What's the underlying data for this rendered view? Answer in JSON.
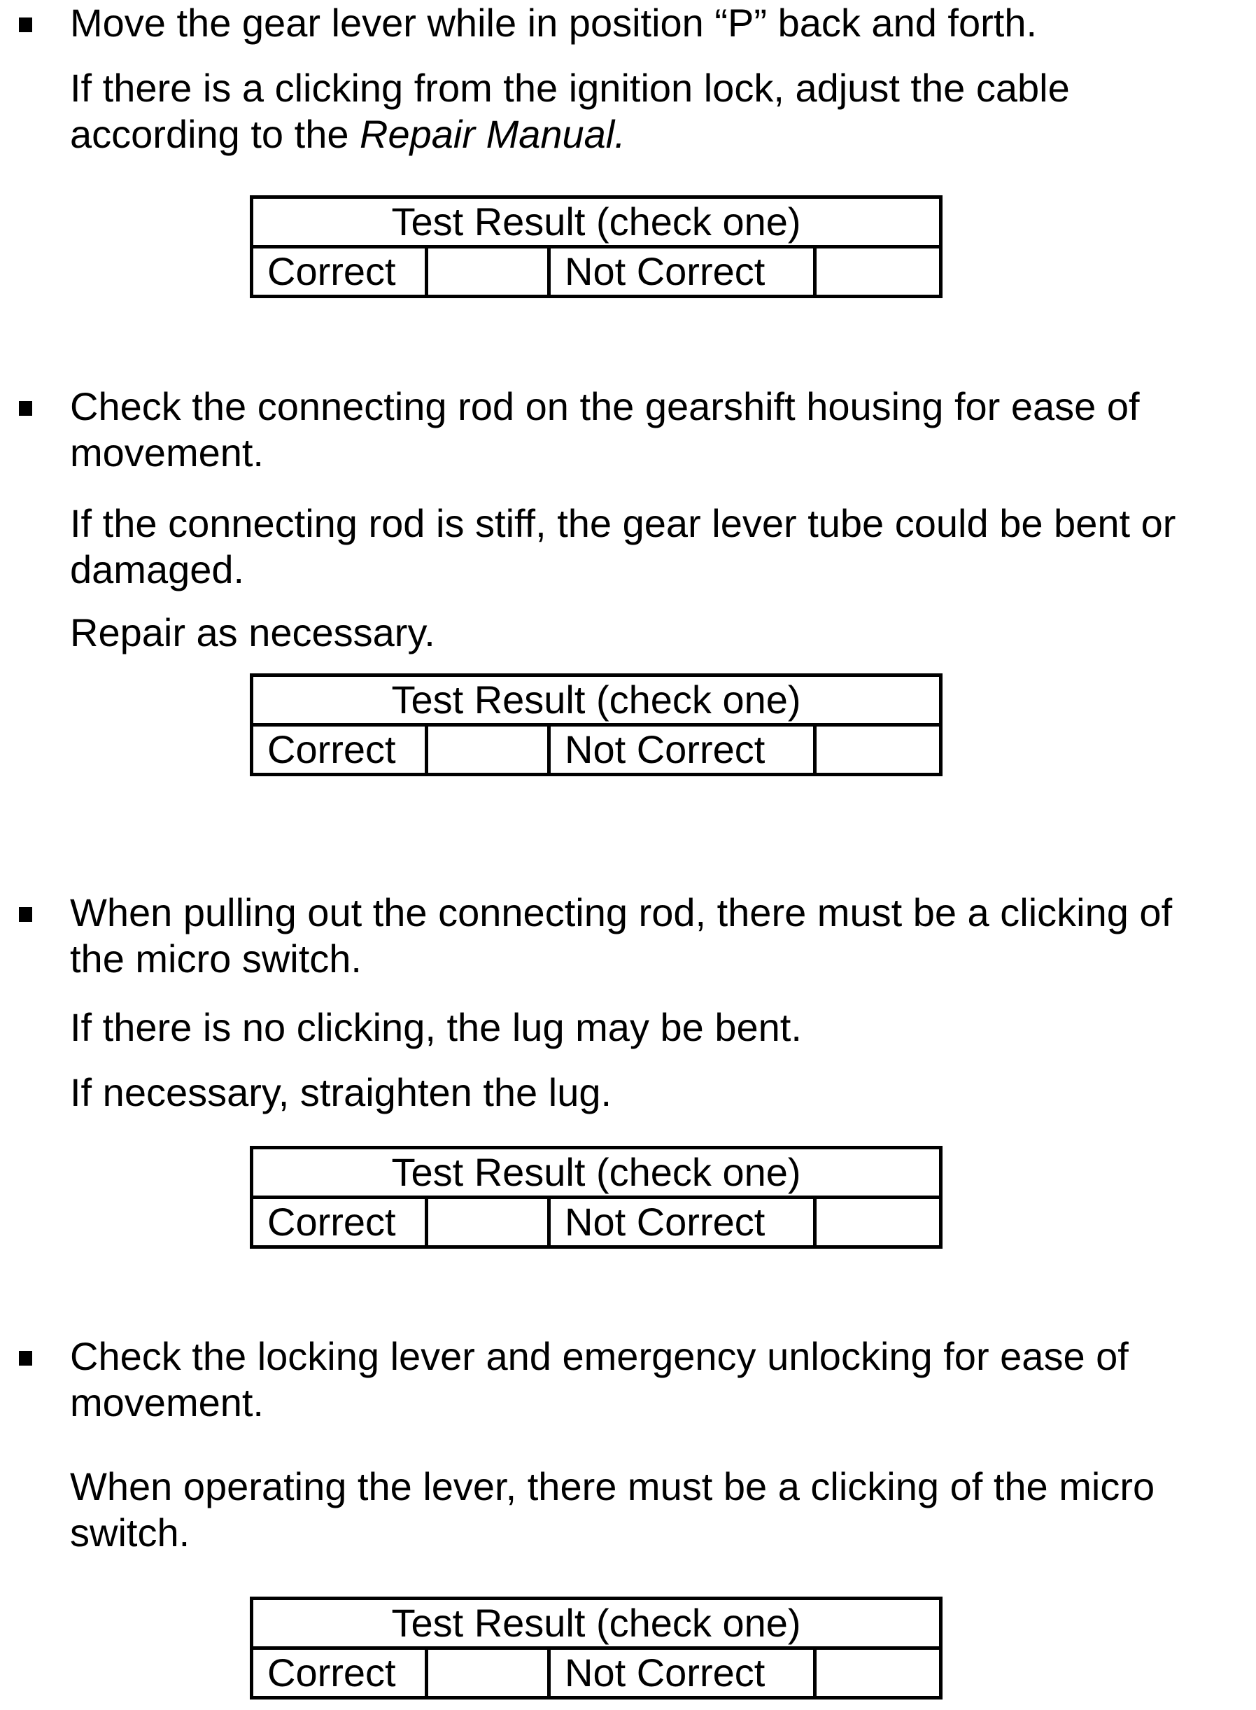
{
  "table_labels": {
    "header": "Test Result (check one)",
    "correct": "Correct",
    "not_correct": "Not Correct"
  },
  "sections": {
    "s1": {
      "bullet_lines": [
        "Move the gear lever while in position “P” back and forth."
      ],
      "para1_lines": [
        "If there is a clicking from the ignition lock, adjust the cable"
      ],
      "para1_line2_plain": "according to the ",
      "para1_line2_italic": "Repair Manual."
    },
    "s2": {
      "bullet_lines": [
        "Check the connecting rod on the gearshift housing for ease of",
        "movement."
      ],
      "para1_lines": [
        "If the connecting rod is stiff, the gear lever tube could be bent or",
        "damaged."
      ],
      "para2_lines": [
        "Repair as necessary."
      ]
    },
    "s3": {
      "bullet_lines": [
        "When pulling out the connecting rod, there must be a clicking of",
        "the micro switch."
      ],
      "para1_lines": [
        "If there is no clicking, the lug may be bent."
      ],
      "para2_lines": [
        "If necessary, straighten the lug."
      ]
    },
    "s4": {
      "bullet_lines": [
        "Check the locking lever and emergency unlocking for ease of",
        "movement."
      ],
      "para1_lines": [
        "When operating the lever, there must be a clicking of the micro",
        "switch."
      ]
    }
  }
}
